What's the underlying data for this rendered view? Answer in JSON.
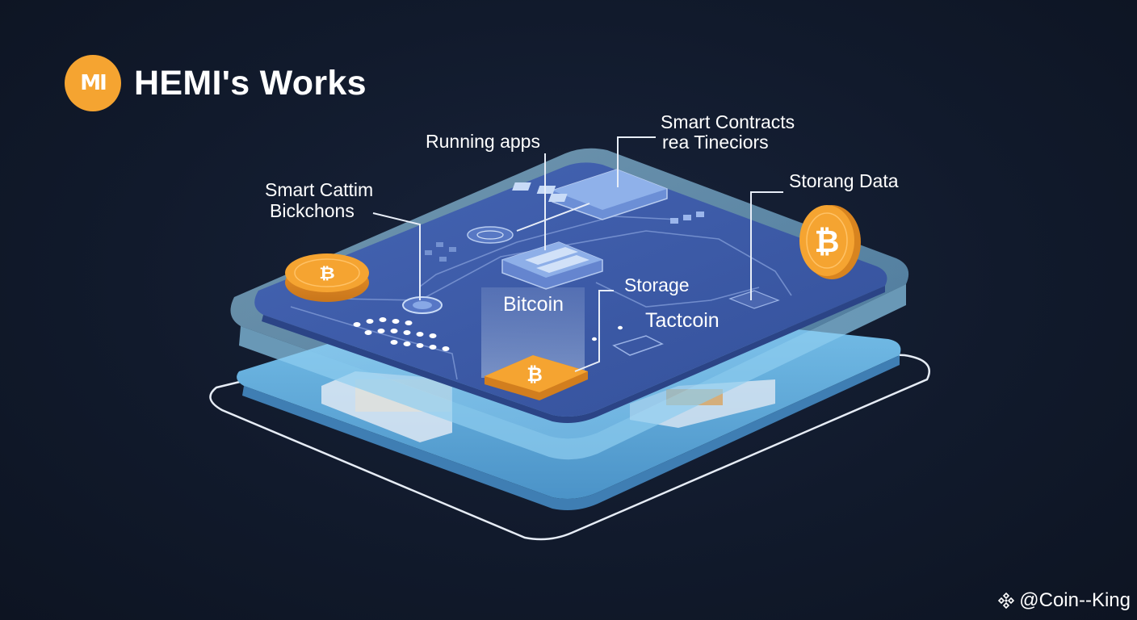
{
  "header": {
    "logo_text": "MI",
    "title": "HEMI's Works"
  },
  "labels": {
    "running_apps": "Running apps",
    "smart_contracts_line1": "Smart Contracts",
    "smart_contracts_line2": "rea Tineciors",
    "smart_cattim_line1": "Smart Cattim",
    "smart_cattim_line2": "Bickchons",
    "storang_data": "Storang Data",
    "storage": "Storage",
    "bitcoin": "Bitcoin",
    "tactcoin": "Tactcoin"
  },
  "coins": {
    "glyph": "₿"
  },
  "watermark": {
    "text": "@Coin--King"
  },
  "colors": {
    "background": "#111a2c",
    "board_top": "#3c5aa8",
    "glass": "#7fc3ea",
    "base": "#5ea9d8",
    "coin": "#f5a431",
    "text": "#ffffff"
  }
}
